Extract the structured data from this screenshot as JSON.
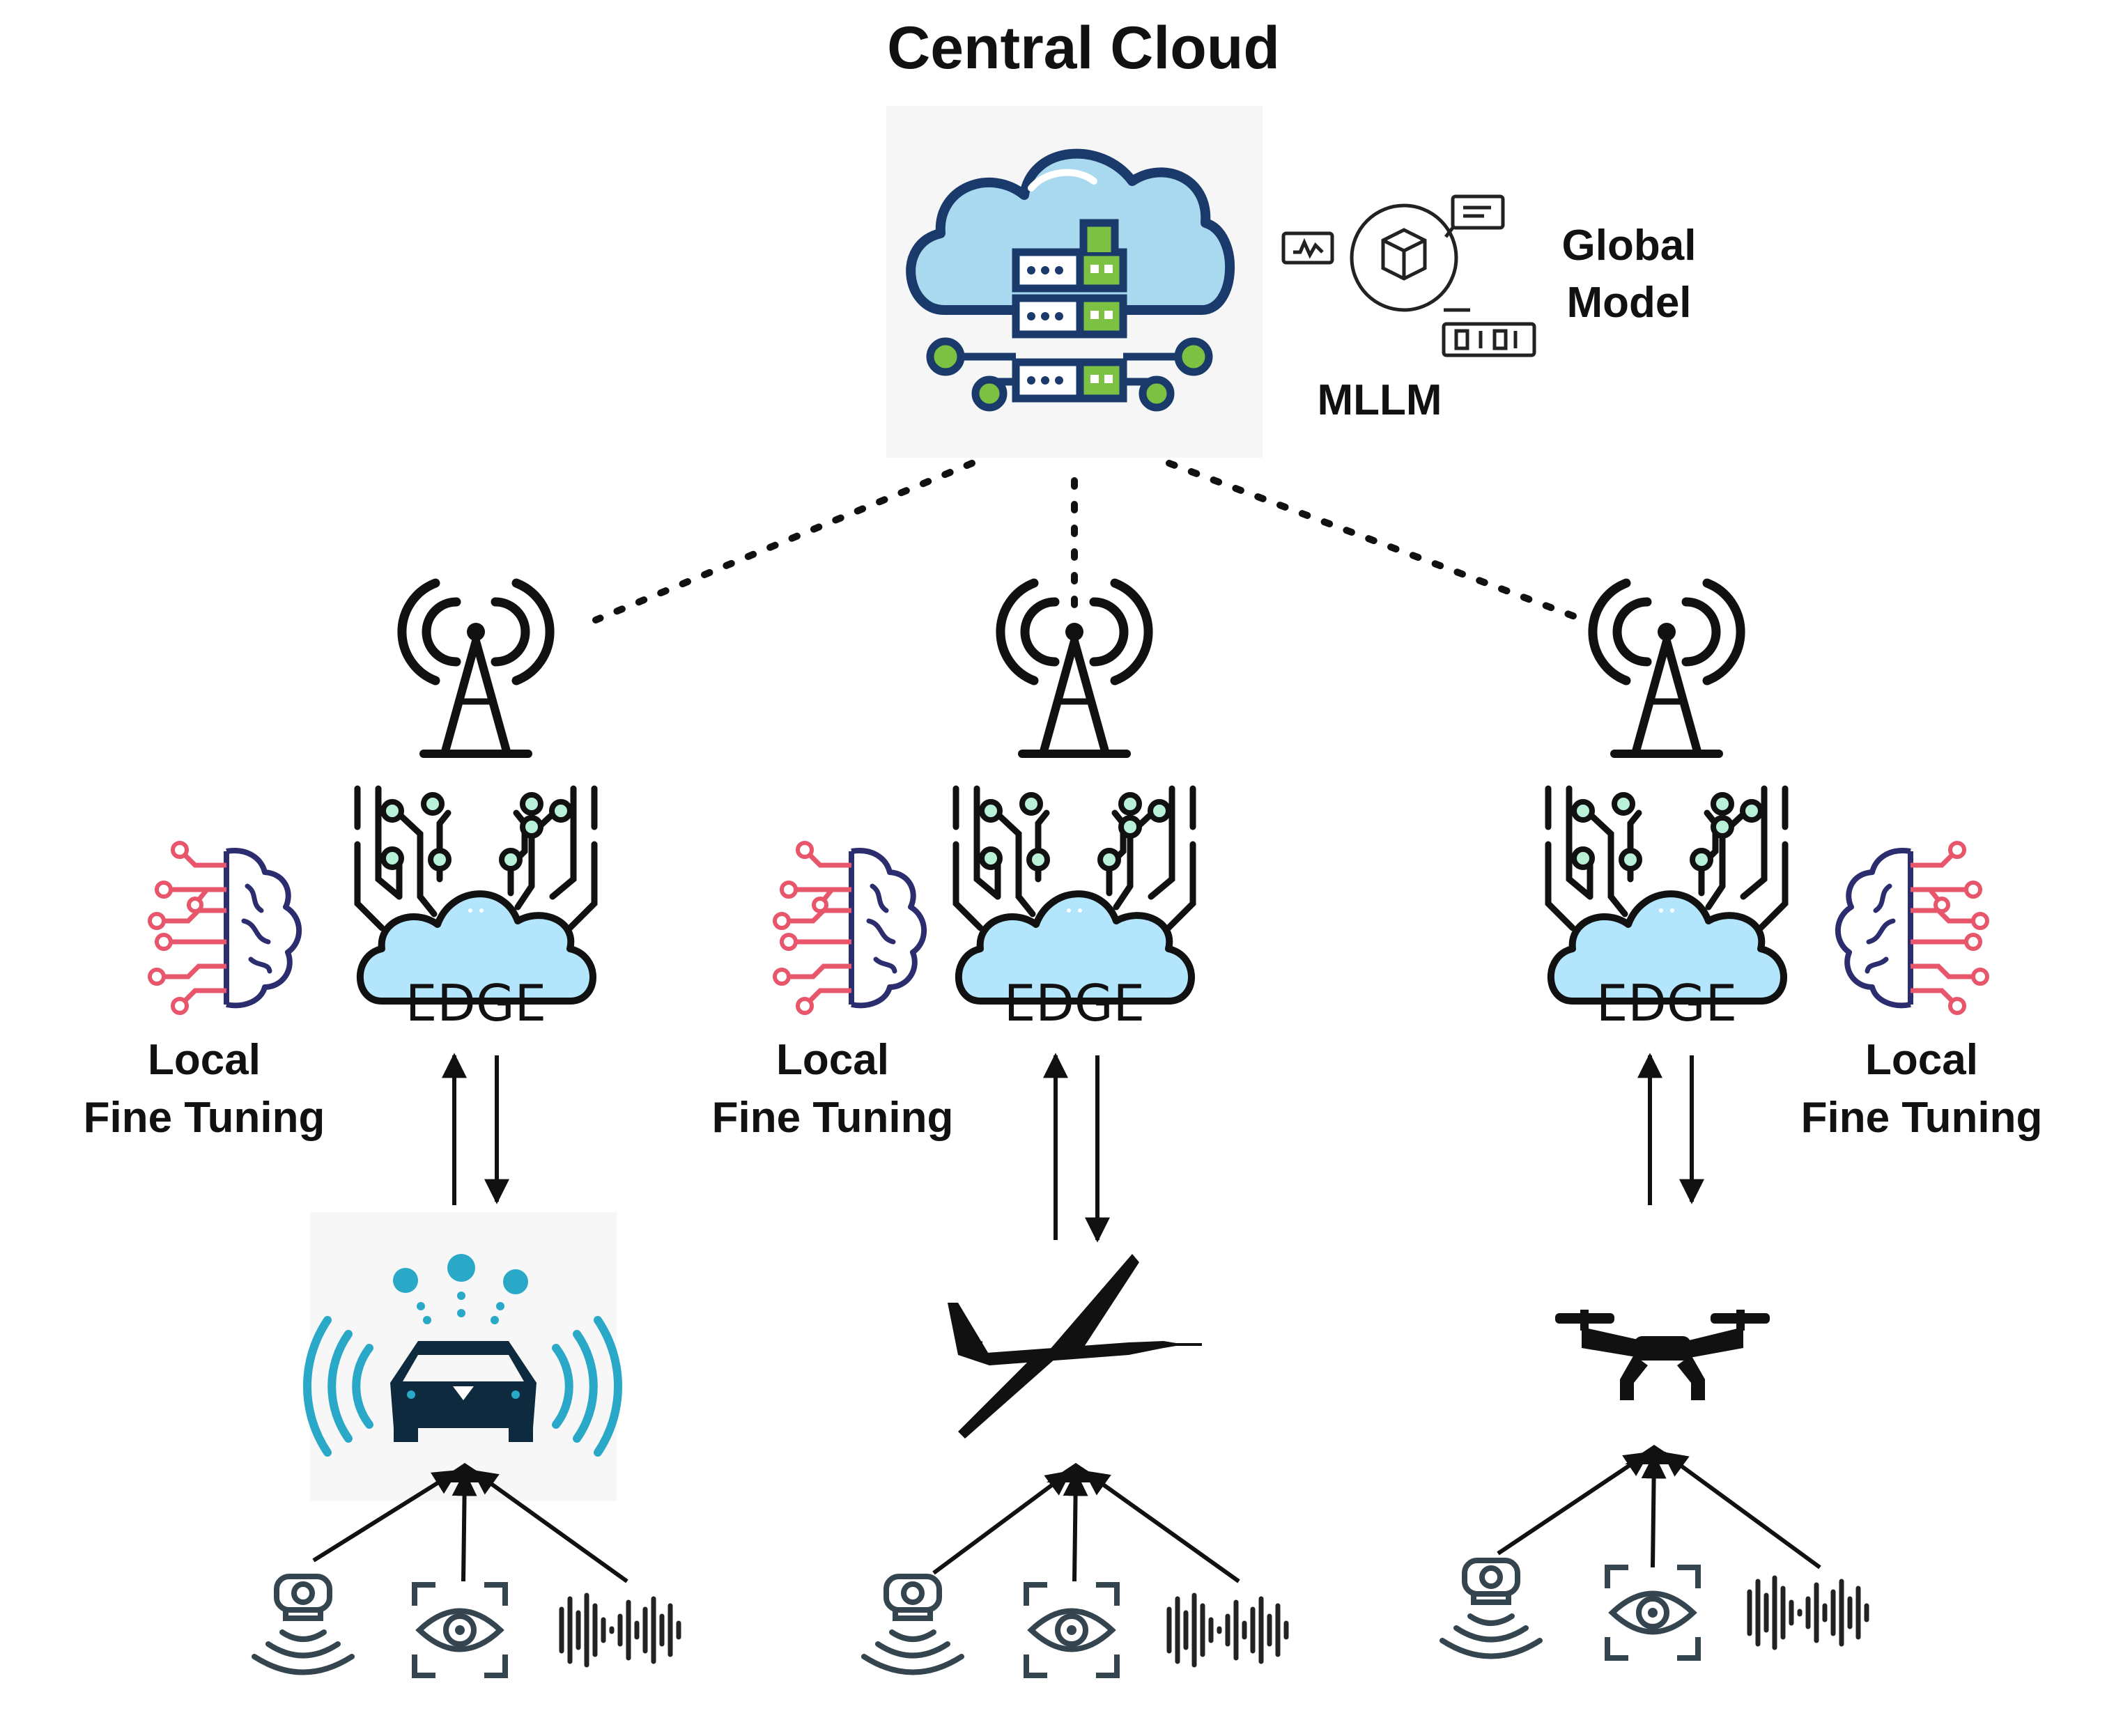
{
  "title": "Central Cloud",
  "cloud": {
    "global_model_line1": "Global",
    "global_model_line2": "Model",
    "mllm_label": "MLLM"
  },
  "edge_nodes": [
    {
      "edge_label": "EDGE",
      "tuning_line1": "Local",
      "tuning_line2": "Fine Tuning",
      "device": "car"
    },
    {
      "edge_label": "EDGE",
      "tuning_line1": "Local",
      "tuning_line2": "Fine Tuning",
      "device": "fixed-wing-drone"
    },
    {
      "edge_label": "EDGE",
      "tuning_line1": "Local",
      "tuning_line2": "Fine Tuning",
      "device": "quadcopter-drone"
    }
  ],
  "sensor_icons": [
    "proximity-sensor-icon",
    "vision-sensor-icon",
    "audio-waveform-icon"
  ],
  "colors": {
    "edge_cloud_fill": "#b3e5fc",
    "server_green": "#7cc142",
    "server_navy": "#1a3a6b",
    "brain_pink": "#e8566b",
    "brain_navy": "#2b2d6e",
    "sensor_slate": "#35454f",
    "car_cyan": "#29a8c8"
  }
}
